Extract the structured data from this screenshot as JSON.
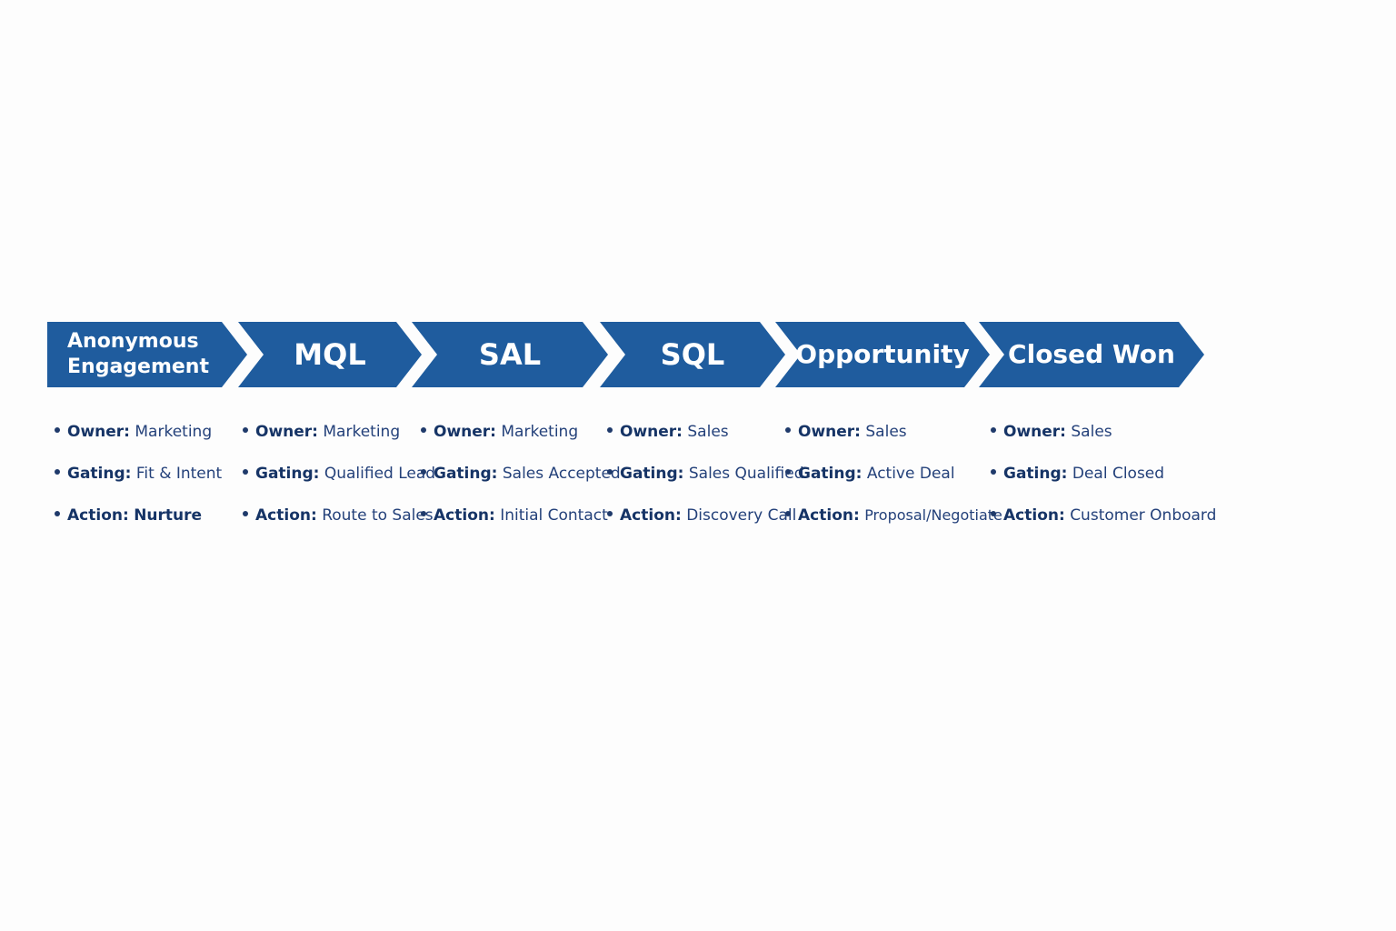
{
  "colors": {
    "chevron_fill": "#1f5c9e",
    "text_dark": "#1f3a6b"
  },
  "stages": [
    {
      "title_lines": [
        "Anonymous",
        "Engagement"
      ],
      "owner_key": "Owner:",
      "owner": "Marketing",
      "gating_key": "Gating:",
      "gating": "Fit & Intent",
      "action_key": "Action:",
      "action": "Nurture"
    },
    {
      "title_lines": [
        "MQL"
      ],
      "owner_key": "Owner:",
      "owner": "Marketing",
      "gating_key": "Gating:",
      "gating": "Qualified Lead",
      "action_key": "Action:",
      "action": "Route to Sales"
    },
    {
      "title_lines": [
        "SAL"
      ],
      "owner_key": "Owner:",
      "owner": "Marketing",
      "gating_key": "Gating:",
      "gating": "Sales Accepted",
      "action_key": "Action:",
      "action": "Initial Contact"
    },
    {
      "title_lines": [
        "SQL"
      ],
      "owner_key": "Owner:",
      "owner": "Sales",
      "gating_key": "Gating:",
      "gating": "Sales Qualified",
      "action_key": "Action:",
      "action": "Discovery Call"
    },
    {
      "title_lines": [
        "Opportunity"
      ],
      "owner_key": "Owner:",
      "owner": "Sales",
      "gating_key": "Gating:",
      "gating": "Active Deal",
      "action_key": "Action:",
      "action": "Proposal/Negotiate"
    },
    {
      "title_lines": [
        "Closed Won"
      ],
      "owner_key": "Owner:",
      "owner": "Sales",
      "gating_key": "Gating:",
      "gating": "Deal Closed",
      "action_key": "Action:",
      "action": "Customer Onboard"
    }
  ]
}
